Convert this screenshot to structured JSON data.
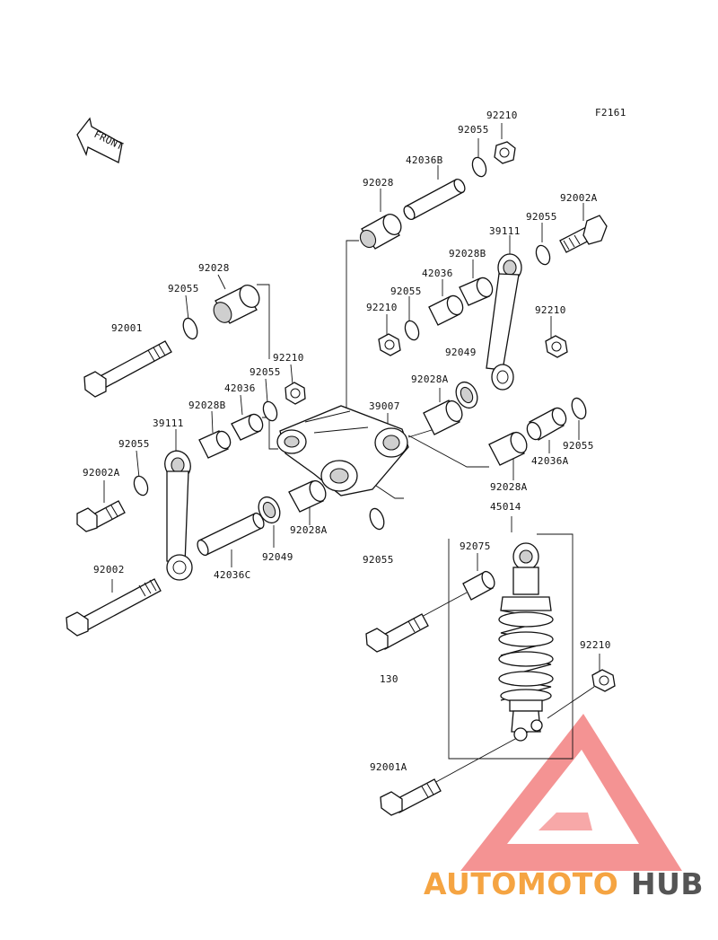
{
  "figure_code": "F2161",
  "front_arrow_label": "FRONT",
  "watermark": {
    "word_part1": "AUTOMOTO",
    "word_part2": "HUB",
    "color_part1": "#f5a442",
    "color_part2": "#555555",
    "triangle_color": "#ee4444"
  },
  "labels": {
    "l92210_top": "92210",
    "l92055_top": "92055",
    "l42036B": "42036B",
    "l92028_top": "92028",
    "l92002A_right": "92002A",
    "l92055_r1": "92055",
    "l39111_right": "39111",
    "l92028B_right": "92028B",
    "l42036_right": "42036",
    "l92055_r2": "92055",
    "l92210_r1": "92210",
    "l92210_r2": "92210",
    "l92049_right": "92049",
    "l92028_left": "92028",
    "l92055_left1": "92055",
    "l92001": "92001",
    "l92210_left": "92210",
    "l92055_left2": "92055",
    "l42036_left": "42036",
    "l92028B_left": "92028B",
    "l39111_left": "39111",
    "l92055_left3": "92055",
    "l92002A_left": "92002A",
    "l92028A_mid": "92028A",
    "l39007": "39007",
    "l92055_mr": "92055",
    "l42036A": "42036A",
    "l92028A_right": "92028A",
    "l92028A_left": "92028A",
    "l92049_left": "92049",
    "l42036C": "42036C",
    "l92002": "92002",
    "l92055_bottom": "92055",
    "l45014": "45014",
    "l92075": "92075",
    "l130": "130",
    "l92210_bottom": "92210",
    "l92001A": "92001A"
  }
}
